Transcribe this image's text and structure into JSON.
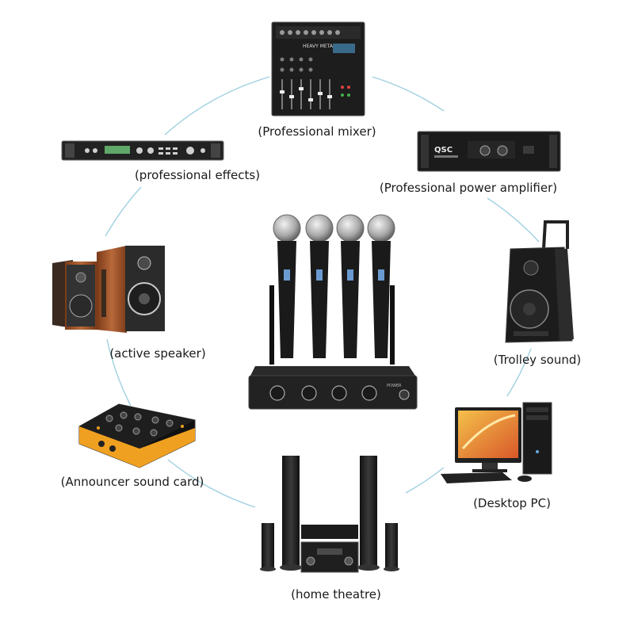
{
  "devices": [
    {
      "id": "mixer",
      "label": "(Professional mixer)",
      "icon": "mixer-icon",
      "brand_text": "HEAVY METAL"
    },
    {
      "id": "effects",
      "label": "(professional effects)",
      "icon": "effects-unit-icon"
    },
    {
      "id": "amplifier",
      "label": "(Professional power amplifier)",
      "icon": "power-amplifier-icon",
      "brand_text": "QSC"
    },
    {
      "id": "active-speaker",
      "label": "(active speaker)",
      "icon": "bookshelf-speakers-icon"
    },
    {
      "id": "trolley",
      "label": "(Trolley sound)",
      "icon": "trolley-speaker-icon"
    },
    {
      "id": "sound-card",
      "label": "(Announcer sound card)",
      "icon": "sound-card-icon"
    },
    {
      "id": "desktop-pc",
      "label": "(Desktop PC)",
      "icon": "desktop-pc-icon"
    },
    {
      "id": "home-theatre",
      "label": "(home theatre)",
      "icon": "home-theatre-icon"
    }
  ],
  "center": {
    "icon": "wireless-microphone-system-icon",
    "microphone_count": 4,
    "receiver_text": "POWER"
  },
  "colors": {
    "ring": "#9fd0e0",
    "device_dark": "#1f1f1f",
    "wood": "#a0552b",
    "sound_card_accent": "#f0a020",
    "background": "#ffffff"
  }
}
